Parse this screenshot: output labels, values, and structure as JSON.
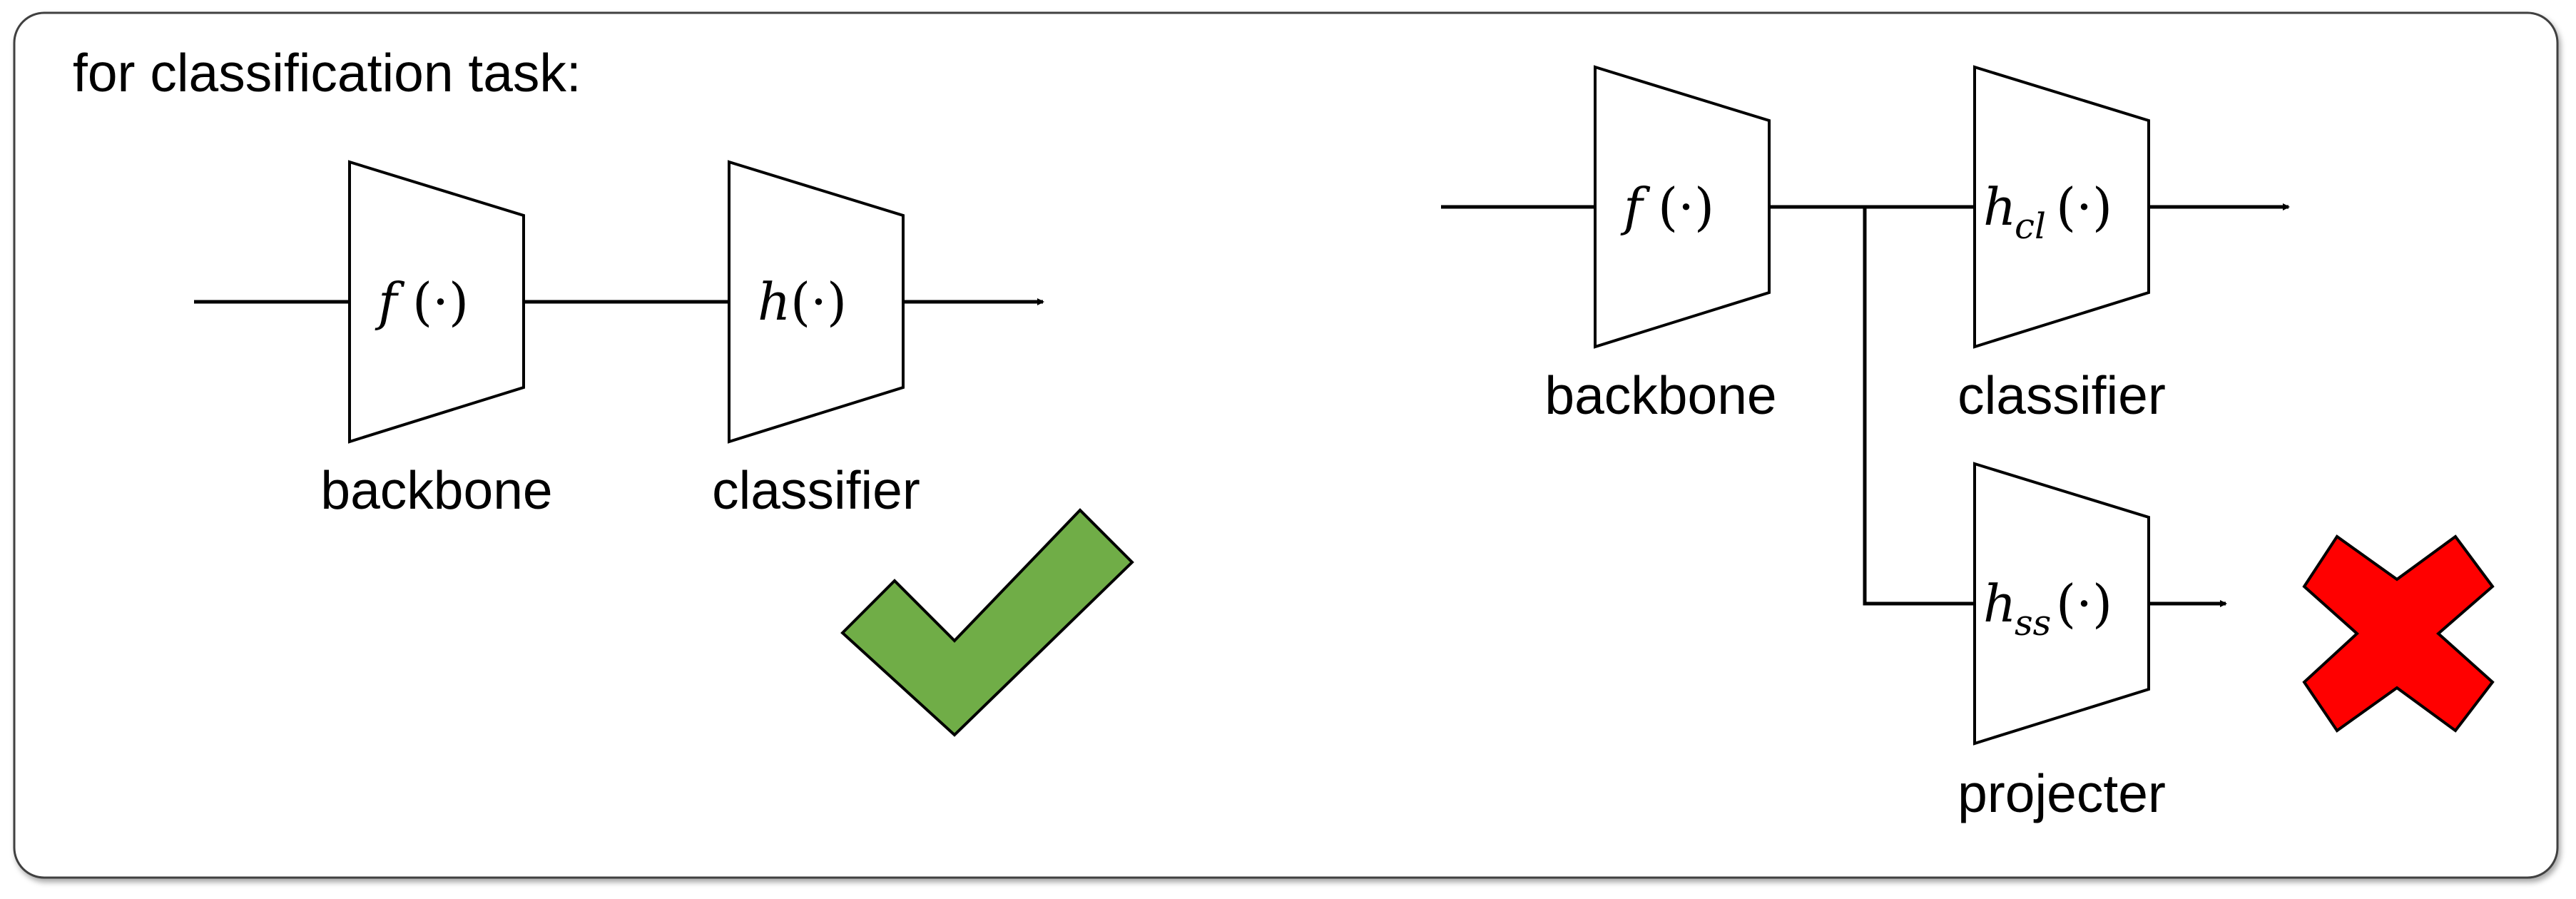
{
  "heading": "for classification task:",
  "left_pipeline": {
    "backbone": {
      "label": "backbone",
      "func": "f",
      "args": "(·)"
    },
    "classifier": {
      "label": "classifier",
      "func": "h",
      "args": "(·)"
    },
    "verdict": "check-mark-icon",
    "verdict_color": "#70AD47"
  },
  "right_pipeline": {
    "backbone": {
      "label": "backbone",
      "func": "f",
      "args": "(·)"
    },
    "classifier": {
      "label": "classifier",
      "func": "h",
      "sub": "cl",
      "args": "(·)"
    },
    "projector": {
      "label": "projecter",
      "func": "h",
      "sub": "ss",
      "args": "(·)"
    },
    "verdict": "cross-mark-icon",
    "verdict_color": "#FF0000"
  },
  "colors": {
    "border": "#404040",
    "line": "#000000",
    "check_fill": "#70AD47",
    "cross_fill": "#FF0000"
  }
}
